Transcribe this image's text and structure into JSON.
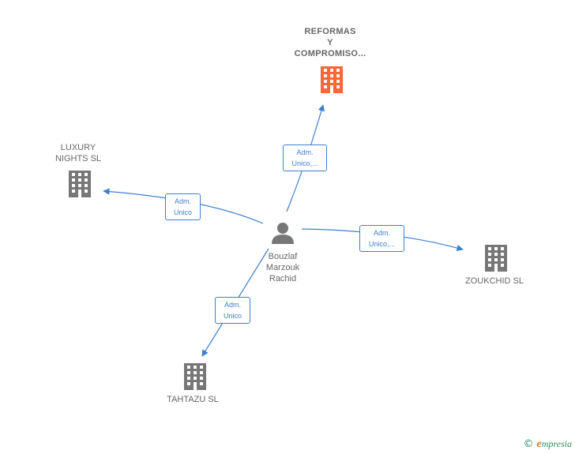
{
  "nodes": {
    "center": {
      "label": "Bouzlaf\nMarzouk\nRachid",
      "icon": "person-icon",
      "color": "#777777"
    },
    "reformas": {
      "label": "REFORMAS\nY\nCOMPROMISO...",
      "icon": "building-icon",
      "color": "#ff6633"
    },
    "luxury": {
      "label": "LUXURY\nNIGHTS  SL",
      "icon": "building-icon",
      "color": "#777777"
    },
    "zoukchid": {
      "label": "ZOUKCHID  SL",
      "icon": "building-icon",
      "color": "#777777"
    },
    "tahtazu": {
      "label": "TAHTAZU  SL",
      "icon": "building-icon",
      "color": "#777777"
    }
  },
  "relations": {
    "reformas": {
      "line1": "Adm.",
      "line2": "Unico,..."
    },
    "luxury": {
      "line1": "Adm.",
      "line2": "Unico"
    },
    "zoukchid": {
      "line1": "Adm.",
      "line2": "Unico,..."
    },
    "tahtazu": {
      "line1": "Adm.",
      "line2": "Unico"
    }
  },
  "colors": {
    "edge": "#3d7fd0",
    "highlight": "#ff6633",
    "node": "#777777"
  },
  "footer": {
    "copyright": "©",
    "brand_e": "e",
    "brand_rest": "mpresia"
  }
}
